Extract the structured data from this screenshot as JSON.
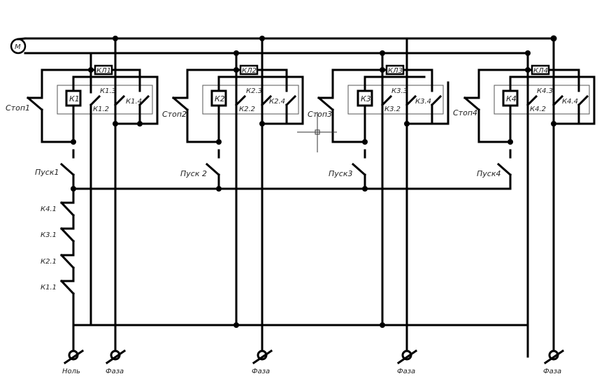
{
  "diagram": {
    "motor_label": "M",
    "units": [
      {
        "coil": "К1",
        "lamp": "КЛ1",
        "stop": "Стоп1",
        "start": "Пуск1",
        "contacts": [
          "К1.2",
          "К1.3",
          "К1.4"
        ]
      },
      {
        "coil": "К2",
        "lamp": "КЛ2",
        "stop": "Стоп2",
        "start": "Пуск 2",
        "contacts": [
          "К2.2",
          "К2.3",
          "К2.4"
        ]
      },
      {
        "coil": "К3",
        "lamp": "КЛ3",
        "stop": "Стоп3",
        "start": "Пуск3",
        "contacts": [
          "К3.2",
          "К3.3",
          "К3.4"
        ]
      },
      {
        "coil": "К4",
        "lamp": "КЛ4",
        "stop": "Стоп4",
        "start": "Пуск4",
        "contacts": [
          "К4.2",
          "К4.3",
          "К4.4"
        ]
      }
    ],
    "interlock_contacts": [
      "К4.1",
      "К3.1",
      "К2.1",
      "К1.1"
    ],
    "terminals": [
      "Ноль",
      "Фаза",
      "Фаза",
      "Фаза",
      "Фаза"
    ]
  }
}
